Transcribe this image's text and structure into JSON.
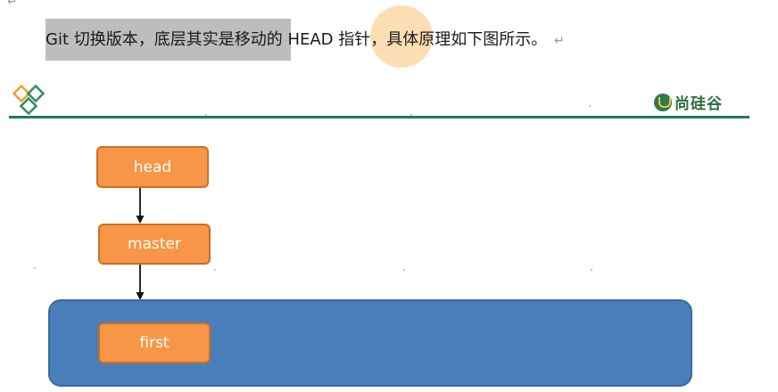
{
  "document": {
    "paragraph_text": "Git 切换版本，底层其实是移动的 HEAD 指针，具体原理如下图所示。",
    "paragraph_mark": "↵",
    "top_mark": "↵"
  },
  "slide": {
    "brand_text": "尚硅谷",
    "rule_color": "#237a52",
    "box_color": "#f79646",
    "area_color": "#4a7ebb",
    "nodes": {
      "head": "head",
      "master": "master",
      "first": "first"
    }
  }
}
